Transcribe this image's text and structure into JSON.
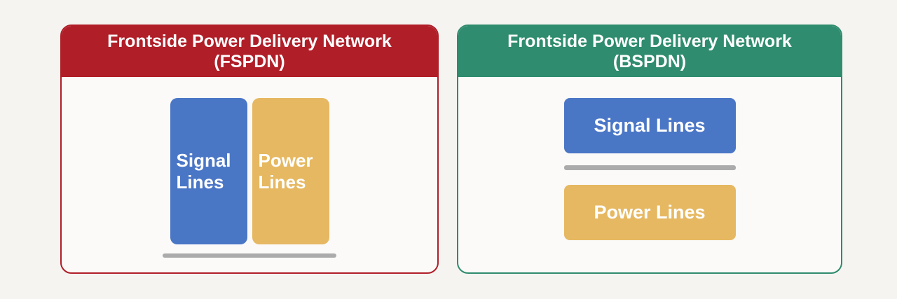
{
  "colors": {
    "canvas_bg": "#F5F4F1",
    "panel_bg": "#FBFAF8",
    "fspdn_accent": "#B01E28",
    "bspdn_accent": "#2F8C6E",
    "signal_blue": "#4A76C6",
    "power_yellow": "#E6B861",
    "separator_gray": "#ABABAB",
    "header_text": "#FFFFFF",
    "block_text": "#FFFFFF"
  },
  "fspdn_panel": {
    "title_line1": "Frontside Power Delivery Network",
    "title_line2": "(FSPDN)",
    "signal_block_label": "Signal\nLines",
    "power_block_label": "Power\nLines"
  },
  "bspdn_panel": {
    "title_line1": "Frontside Power Delivery Network",
    "title_line2": "(BSPDN)",
    "signal_block_label": "Signal Lines",
    "power_block_label": "Power Lines"
  }
}
